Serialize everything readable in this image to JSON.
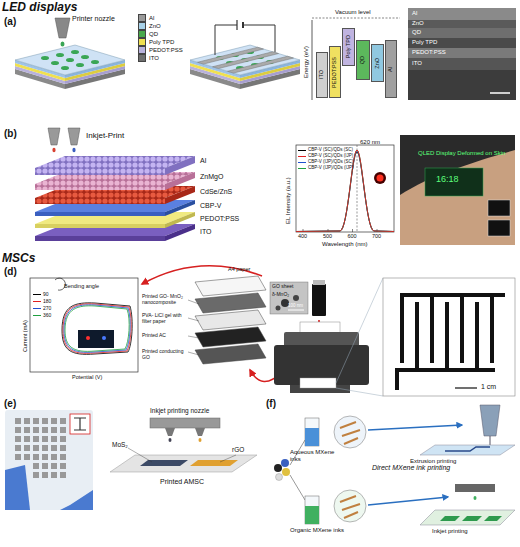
{
  "diagram": {
    "nodes": [
      {
        "text": [
          "ITO"
        ]
      },
      {
        "text": [
          "PEDOT:PSS"
        ]
      },
      {
        "text": [
          "Poly TPD"
        ]
      },
      {
        "text": [
          "QD"
        ]
      },
      {
        "text": [
          "ZnO"
        ]
      },
      {
        "text": [
          "Al"
        ]
      }
    ],
    "labels": [
      "LED displays",
      "(a)",
      "Printer nozzle",
      "Vacuum level",
      "Energy (eV)",
      "Al",
      "ZnO",
      "QD",
      "Poly TPD",
      "PEDOT:PSS",
      "ITO",
      "(b)",
      "Inkjet-Print",
      "Al",
      "ZnMgO",
      "CdSe/ZnS",
      "CBP-V",
      "PEDOT:PSS",
      "ITO",
      "620 nm",
      "EL Intensity (a.u.)",
      "Wavelength (nm)",
      "400",
      "500",
      "600",
      "700",
      "QLED Display Deformed on Skin",
      "16:18",
      "MSCs",
      "(d)",
      "Bending angle",
      "Current (mA)",
      "Potential (V)",
      "A4 paper",
      "Printed GO- MnO₂ nanocomposite",
      "PVA- LiCl gel with filter paper",
      "Printed AC",
      "Printed conducting GO",
      "GO sheet",
      "δ-MnO₂",
      "100 nm",
      "1 cm",
      "(e)",
      "Inkjet printing nozzle",
      "MoS₂",
      "rGO",
      "Printed AMSC",
      "(f)",
      "Aqueous MXene inks",
      "Organic MXene inks",
      "Direct MXene ink printing",
      "Extrusion printing",
      "Inkjet printing"
    ],
    "legend": [
      {
        "text": "Al",
        "color": "#9a9a9a"
      },
      {
        "text": "ZnO",
        "color": "#a9d2e8"
      },
      {
        "text": "QD",
        "color": "#49a84a"
      },
      {
        "text": "Poly TPD",
        "color": "#f0e050"
      },
      {
        "text": "PEDOT:PSS",
        "color": "#b9b2dc"
      },
      {
        "text": "ITO",
        "color": "#6e6e6e"
      },
      {
        "text": "CBP-V (SC)/QDs (SC)"
      },
      {
        "text": "CBP-V (SC)/QDs (IJP)"
      },
      {
        "text": "CBP-V (IJP)/QDs (SC)"
      },
      {
        "text": "CBP-V (IJP)/QDs (IJP)"
      },
      {
        "text": "90"
      },
      {
        "text": "180"
      },
      {
        "text": "270"
      },
      {
        "text": "360"
      }
    ]
  }
}
